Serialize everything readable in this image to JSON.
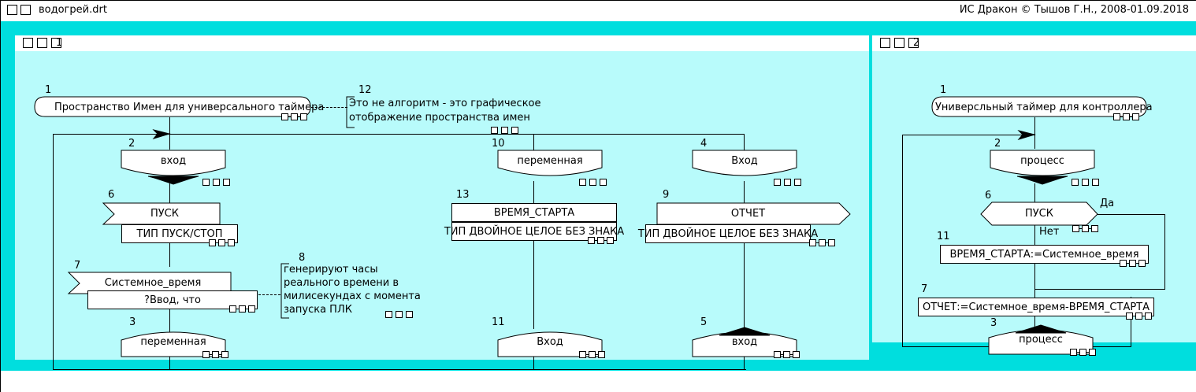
{
  "titlebar": {
    "icon_left": "square-icon",
    "icon_left2": "square-icon",
    "filename": "водогрей.drt",
    "copyright": "ИС Дракон © Тышов Г.Н., 2008-01.09.2018"
  },
  "panels": [
    {
      "id": "panel-1",
      "number": "1"
    },
    {
      "id": "panel-2",
      "number": "2"
    }
  ],
  "panel1": {
    "number": "1",
    "nodes": {
      "n1": {
        "num": "1",
        "text": "Пространство Имен для универсального таймера",
        "shape": "rounded-terminator"
      },
      "n2": {
        "num": "2",
        "text": "вход",
        "shape": "shelf-bottom-filled"
      },
      "n6": {
        "num": "6",
        "text": "ПУСК",
        "text2": "ТИП ПУСК/СТОП",
        "shape": "input-arrow-left"
      },
      "n7": {
        "num": "7",
        "text": "Системное_время",
        "text2": "?Ввод, что",
        "shape": "input-arrow-left"
      },
      "n3": {
        "num": "3",
        "text": "переменная",
        "shape": "shelf-top"
      },
      "n10": {
        "num": "10",
        "text": "переменная",
        "shape": "shelf-bottom"
      },
      "n13": {
        "num": "13",
        "text": "ВРЕМЯ_СТАРТА",
        "text2": "ТИП ДВОЙНОЕ ЦЕЛОЕ БЕЗ ЗНАКА",
        "shape": "rect-two-row"
      },
      "n11": {
        "num": "11",
        "text": "Вход",
        "shape": "shelf-top"
      },
      "n4": {
        "num": "4",
        "text": "Вход",
        "shape": "shelf-bottom"
      },
      "n9": {
        "num": "9",
        "text": "ОТЧЕТ",
        "text2": "ТИП ДВОЙНОЕ ЦЕЛОЕ БЕЗ ЗНАКА",
        "shape": "output-arrow-right"
      },
      "n5": {
        "num": "5",
        "text": "вход",
        "shape": "shelf-top-filled"
      }
    },
    "comments": {
      "c12": {
        "num": "12",
        "text": "Это не алгоритм - это графическое\nотображение пространства имен"
      },
      "c8": {
        "num": "8",
        "text": "генерируют часы\nреального времени в\nмилисекундах с момента\nзапуска ПЛК"
      }
    }
  },
  "panel2": {
    "number": "2",
    "nodes": {
      "n1": {
        "num": "1",
        "text": "Универсльный таймер для контроллера",
        "shape": "rounded-terminator"
      },
      "n2": {
        "num": "2",
        "text": "процесс",
        "shape": "shelf-bottom-filled"
      },
      "n6": {
        "num": "6",
        "text": "ПУСК",
        "shape": "decision-hexagon",
        "yes": "Да",
        "no": "Нет"
      },
      "n11": {
        "num": "11",
        "text": "ВРЕМЯ_СТАРТА:=Системное_время",
        "shape": "rect"
      },
      "n7": {
        "num": "7",
        "text": "ОТЧЕТ:=Системное_время-ВРЕМЯ_СТАРТА",
        "shape": "rect"
      },
      "n3": {
        "num": "3",
        "text": "процесс",
        "shape": "shelf-top-filled"
      }
    }
  },
  "colors": {
    "desktop": "#00dede",
    "panel": "#b8fbfb",
    "node_fill": "#ffffff",
    "stroke": "#000000"
  }
}
